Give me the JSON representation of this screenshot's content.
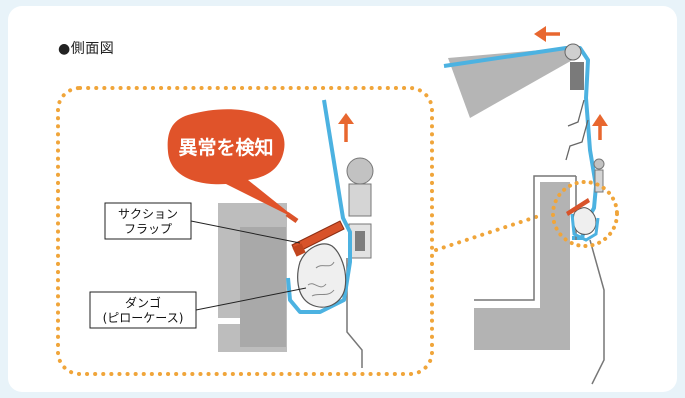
{
  "title": "●側面図",
  "callout": "異常を検知",
  "labels": {
    "suction_line1": "サクション",
    "suction_line2": "フラップ",
    "dango_line1": "ダンゴ",
    "dango_line2": "(ピローケース)"
  },
  "colors": {
    "belt": "#4cb2e1",
    "machine": "#b5b5b5",
    "machine_dark": "#8e8e8e",
    "accent": "#e8672f",
    "dotted": "#f0a53a",
    "flap": "#d8532a"
  }
}
